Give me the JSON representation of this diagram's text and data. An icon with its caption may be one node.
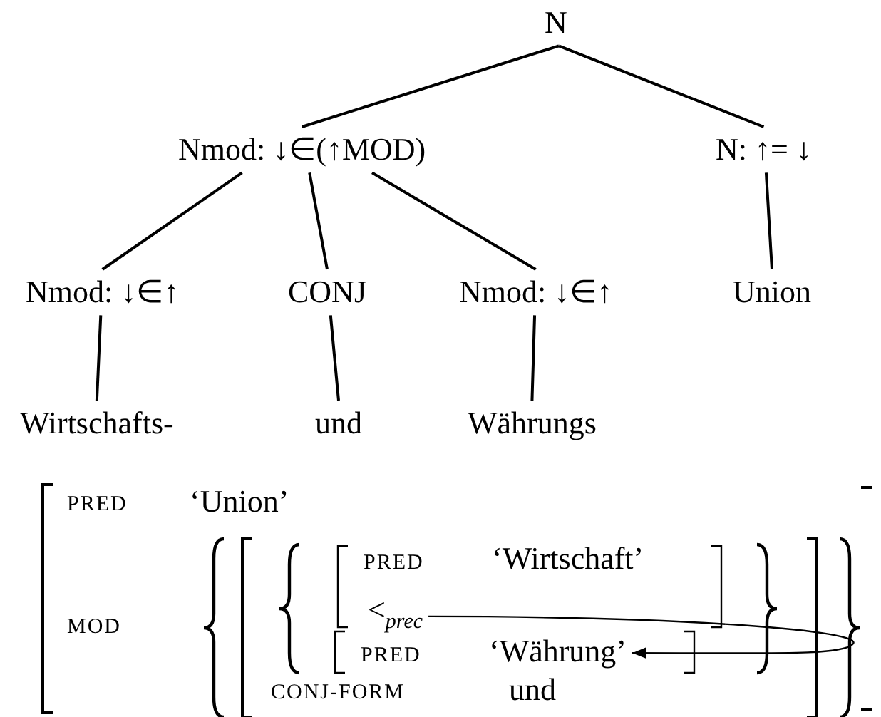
{
  "diagram": {
    "nodes": [
      {
        "text": [
          "N"
        ]
      },
      {
        "text": [
          "Nmod: ↓∈(↑MOD)"
        ]
      },
      {
        "text": [
          "N: ↑= ↓"
        ]
      },
      {
        "text": [
          "Nmod: ↓∈↑"
        ]
      },
      {
        "text": [
          "CONJ"
        ]
      },
      {
        "text": [
          "Nmod: ↓∈↑"
        ]
      },
      {
        "text": [
          "Union"
        ]
      },
      {
        "text": [
          "Wirtschafts-"
        ]
      },
      {
        "text": [
          "und"
        ]
      },
      {
        "text": [
          "Währungs"
        ]
      },
      {
        "text": [
          "PRED",
          "‘Wirtschaft’"
        ]
      },
      {
        "text": [
          "<$_{prec}$"
        ]
      },
      {
        "text": [
          "PRED",
          "‘Währung’"
        ]
      }
    ],
    "edges": [
      {
        "from": 0,
        "to": 1,
        "arrow": "none"
      },
      {
        "from": 0,
        "to": 2,
        "arrow": "none"
      },
      {
        "from": 1,
        "to": 3,
        "arrow": "none"
      },
      {
        "from": 1,
        "to": 4,
        "arrow": "none"
      },
      {
        "from": 1,
        "to": 5,
        "arrow": "none"
      },
      {
        "from": 2,
        "to": 6,
        "arrow": "none"
      },
      {
        "from": 3,
        "to": 7,
        "arrow": "none"
      },
      {
        "from": 4,
        "to": 8,
        "arrow": "none"
      },
      {
        "from": 5,
        "to": 9,
        "arrow": "none"
      },
      {
        "from": 11,
        "to": 12,
        "arrow": "to"
      }
    ],
    "labels": [
      "PRED",
      "‘Union’",
      "MOD",
      "CONJ-FORM",
      "und"
    ]
  }
}
